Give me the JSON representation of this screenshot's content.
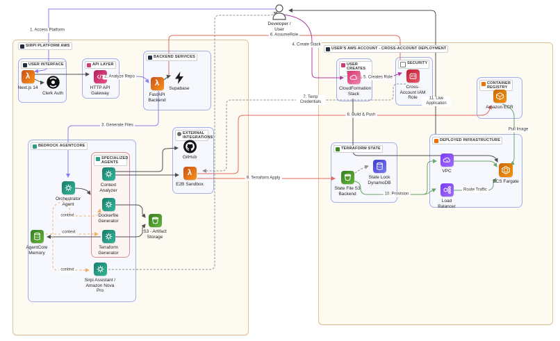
{
  "actor": {
    "label": "Developer / User"
  },
  "containers": {
    "platform": {
      "label": "SIRPI PLATFORM AWS"
    },
    "user_account": {
      "label": "USER'S AWS ACCOUNT - CROSS-ACCOUNT DEPLOYMENT"
    }
  },
  "groups": {
    "user_interface": {
      "label": "USER INTERFACE"
    },
    "api_layer": {
      "label": "API LAYER"
    },
    "backend_services": {
      "label": "BACKEND SERVICES"
    },
    "external_integrations": {
      "label": "EXTERNAL INTEGRATIONS"
    },
    "bedrock": {
      "label": "BEDROCK AGENTCORE"
    },
    "specialized": {
      "label": "SPECIALIZED AGENTS"
    },
    "user_creates_stack": {
      "label": "USER CREATES STACK"
    },
    "security": {
      "label": "SECURITY"
    },
    "container_registry": {
      "label": "CONTAINER REGISTRY"
    },
    "terraform_state": {
      "label": "TERRAFORM STATE"
    },
    "deployed_infra": {
      "label": "DEPLOYED INFRASTRUCTURE"
    }
  },
  "nodes": {
    "nextjs": {
      "label": "Next.js 14"
    },
    "clerk": {
      "label": "Clerk Auth"
    },
    "apigw": {
      "label": "HTTP API Gateway"
    },
    "fastapi": {
      "label": "FastAPI Backend"
    },
    "supabase": {
      "label": "Supabase"
    },
    "github": {
      "label": "GitHub"
    },
    "e2b": {
      "label": "E2B Sandbox"
    },
    "orchestrator": {
      "label": "Orchestrator Agent"
    },
    "context_analyzer": {
      "label": "Context Analyzer"
    },
    "dockerfile_gen": {
      "label": "Dockerfile Generator"
    },
    "terraform_gen": {
      "label": "Terraform Generator"
    },
    "s3_artifact": {
      "label": "S3 - Artifact Storage"
    },
    "memory": {
      "label": "AgentCore Memory"
    },
    "sirpi": {
      "label": "Sirpi Assistant / Amazon Nova Pro"
    },
    "cloudformation": {
      "label": "CloudFormation Stack"
    },
    "iam": {
      "label": "Cross-Account IAM Role"
    },
    "ecr": {
      "label": "Amazon ECR"
    },
    "state_s3": {
      "label": "State File S3 Backend"
    },
    "dynamodb": {
      "label": "State Lock DynamoDB"
    },
    "vpc": {
      "label": "VPC"
    },
    "elb": {
      "label": "Load Balancer"
    },
    "ecs": {
      "label": "ECS Fargate"
    }
  },
  "edge_labels": {
    "access_platform": "1. Access Platform",
    "analyze_repo": "2. Analyze Repo",
    "generate_files": "3. Generate Files",
    "create_stack": "4. Create Stack",
    "creates_role": "5. Creates Role",
    "assume_role": "6. AssumeRole",
    "temp_credentials": "7. Temp Credentials",
    "build_push": "8. Build & Push",
    "terraform_apply": "9. Terraform Apply",
    "provision": "10. Provision",
    "live_application": "11. Live Application",
    "route_traffic": "Route Traffic",
    "pull_image": "Pull Image",
    "context": "context"
  },
  "colors": {
    "edge_purple": "#8b7cf0",
    "edge_magenta": "#b03a9e",
    "edge_red": "#e2695e",
    "edge_green": "#69a369",
    "edge_dark": "#4d4d4d",
    "edge_gray_dashed": "#909090",
    "edge_orange_dashed": "#efb066",
    "aws_orange": "#ED7100",
    "agent_teal": "#2E9C89",
    "storage_green": "#3F8624",
    "network_purple": "#8C4FFF",
    "pink": "#E7157B",
    "security_red": "#DD344C",
    "dynamo_indigo": "#4B52C7"
  }
}
